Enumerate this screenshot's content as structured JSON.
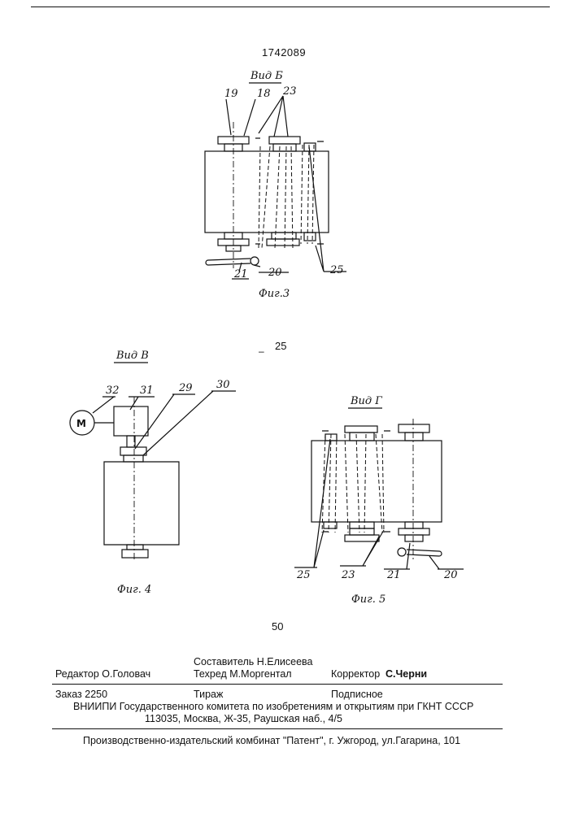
{
  "header": {
    "patent_number": "1742089"
  },
  "page_numbers": {
    "upper": "25",
    "lower": "50"
  },
  "figure3": {
    "view_title": "Вид Б",
    "caption": "Фиг.3",
    "labels": [
      "19",
      "18",
      "23",
      "25",
      "20",
      "21"
    ]
  },
  "figure4": {
    "view_title": "Вид В",
    "caption": "Фиг. 4",
    "motor_symbol": "M",
    "labels": [
      "32",
      "31",
      "29",
      "30"
    ]
  },
  "figure5": {
    "view_title": "Вид Г",
    "caption": "Фиг. 5",
    "labels": [
      "25",
      "23",
      "21",
      "20"
    ]
  },
  "footer": {
    "editor": "Редактор  О.Головач",
    "compiler": "Составитель  Н.Елисеева",
    "techred": "Техред М.Моргентал",
    "corrector_label": "Корректор",
    "corrector_name": "С.Черни",
    "order": "Заказ  2250",
    "circulation": "Тираж",
    "subscription": "Подписное",
    "institute": "ВНИИПИ Государственного комитета по изобретениям и открытиям при ГКНТ СССР",
    "address": "113035, Москва, Ж-35, Раушская наб., 4/5",
    "publisher": "Производственно-издательский комбинат \"Патент\", г. Ужгород, ул.Гагарина, 101"
  }
}
